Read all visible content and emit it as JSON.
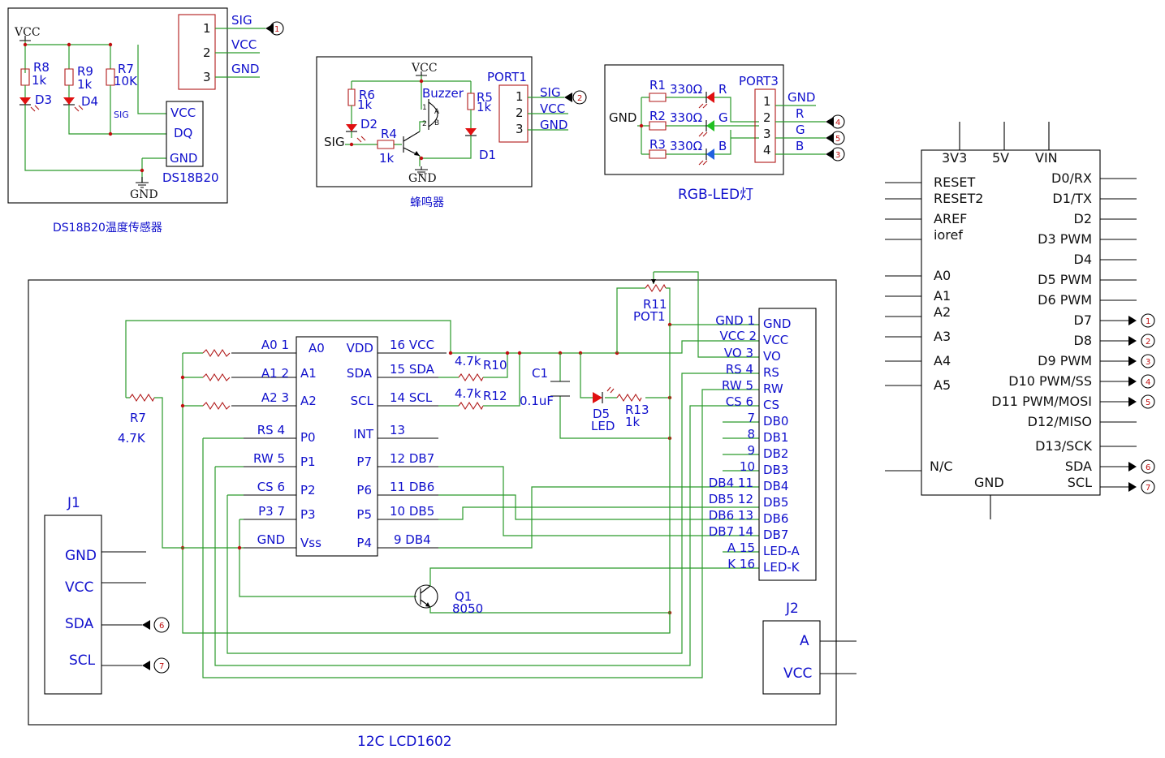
{
  "module_ds18b20": {
    "caption": "DS18B20温度传感器",
    "vcc": "VCC",
    "gnd": "GND",
    "r8": "R8",
    "r8v": "1k",
    "r9": "R9",
    "r9v": "1k",
    "r7": "R7",
    "r7v": "10K",
    "d3": "D3",
    "d4": "D4",
    "sig_tag": "SIG",
    "chip_pins": [
      "VCC",
      "DQ",
      "GND"
    ],
    "chip_name": "DS18B20",
    "header_nums": [
      "1",
      "2",
      "3"
    ],
    "header_labels": [
      "SIG",
      "VCC",
      "GND"
    ],
    "port_ref": "1"
  },
  "module_buzzer": {
    "caption": "蜂鸣器",
    "vcc": "VCC",
    "gnd": "GND",
    "r6": "R6",
    "r6v": "1k",
    "d2": "D2",
    "sig": "SIG",
    "r4": "R4",
    "r4v": "1k",
    "buzzer": "Buzzer",
    "bz1": "1",
    "bz2": "2",
    "bza": "A",
    "bzb": "B",
    "r5": "R5",
    "r5v": "1k",
    "d1": "D1",
    "port": "PORT1",
    "header_nums": [
      "1",
      "2",
      "3"
    ],
    "header_labels": [
      "SIG",
      "VCC",
      "GND"
    ],
    "port_ref": "2"
  },
  "module_rgb": {
    "caption": "RGB-LED灯",
    "gnd": "GND",
    "r1": "R1",
    "r2": "R2",
    "r3": "R3",
    "rv": "330Ω",
    "leds": [
      "R",
      "G",
      "B"
    ],
    "port": "PORT3",
    "header_nums": [
      "1",
      "2",
      "3",
      "4"
    ],
    "header_labels": [
      "GND",
      "R",
      "G",
      "B"
    ],
    "port_refs": [
      "4",
      "5",
      "3"
    ]
  },
  "arduino": {
    "top_pins": [
      "3V3",
      "5V",
      "VIN"
    ],
    "left_pins": [
      "RESET",
      "RESET2",
      "AREF",
      "ioref",
      "A0",
      "A1",
      "A2",
      "A3",
      "A4",
      "A5",
      "N/C"
    ],
    "right_pins": [
      "D0/RX",
      "D1/TX",
      "D2",
      "D3 PWM",
      "D4",
      "D5 PWM",
      "D6 PWM",
      "D7",
      "D8",
      "D9 PWM",
      "D10 PWM/SS",
      "D11 PWM/MOSI",
      "D12/MISO",
      "D13/SCK",
      "SDA",
      "SCL"
    ],
    "bottom_pin": "GND",
    "refs": [
      "1",
      "2",
      "3",
      "4",
      "5",
      "6",
      "7"
    ]
  },
  "module_lcd": {
    "caption": "12C LCD1602",
    "pcf_left_outer": [
      "A0 1",
      "A1 2",
      "A2 3",
      "RS 4",
      "RW 5",
      "CS 6",
      "P3 7",
      "GND"
    ],
    "pcf_left_inner": [
      "A0",
      "A1",
      "A2",
      "P0",
      "P1",
      "P2",
      "P3",
      "Vss"
    ],
    "pcf_right_inner": [
      "VDD",
      "SDA",
      "SCL",
      "INT",
      "P7",
      "P6",
      "P5",
      "P4"
    ],
    "pcf_right_outer": [
      "16 VCC",
      "15 SDA",
      "14 SCL",
      "13",
      "12 DB7",
      "11 DB6",
      "10 DB5",
      "9 DB4"
    ],
    "r7": "R7",
    "r7v": "4.7K",
    "r10v": "4.7k",
    "r10": "R10",
    "r12v": "4.7k",
    "r12": "R12",
    "c1": "C1",
    "c1v": "0.1uF",
    "d5": "D5",
    "d5v": "LED",
    "r13": "R13",
    "r13v": "1k",
    "r11": "R11",
    "pot": "POT1",
    "q1": "Q1",
    "q1v": "8050",
    "lcd_outer": [
      "GND 1",
      "VCC 2",
      "VO 3",
      "RS 4",
      "RW 5",
      "CS 6",
      "7",
      "8",
      "9",
      "10",
      "DB4 11",
      "DB5 12",
      "DB6 13",
      "DB7 14",
      "A 15",
      "K 16"
    ],
    "lcd_inner": [
      "GND",
      "VCC",
      "VO",
      "RS",
      "RW",
      "CS",
      "DB0",
      "DB1",
      "DB2",
      "DB3",
      "DB4",
      "DB5",
      "DB6",
      "DB7",
      "LED-A",
      "LED-K"
    ],
    "j1": "J1",
    "j1_pins": [
      "GND",
      "VCC",
      "SDA",
      "SCL"
    ],
    "j1_refs": [
      "6",
      "7"
    ],
    "j2": "J2",
    "j2_pins": [
      "A",
      "VCC"
    ]
  }
}
